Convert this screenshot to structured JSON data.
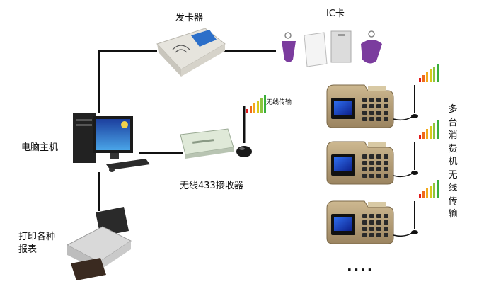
{
  "labels": {
    "card_issuer": "发卡器",
    "ic_card": "IC卡",
    "computer": "电脑主机",
    "wireless_transmission": "无线传输",
    "receiver": "无线433接收器",
    "printer": "打印各种报表",
    "terminals": "多台消费机无线传输",
    "more": "...."
  },
  "colors": {
    "signal_bars": [
      "#e21b1b",
      "#f06a1a",
      "#f2a91b",
      "#d6c91c",
      "#8cc63e",
      "#3aae3a"
    ],
    "terminal_body": "#b29c72",
    "screen": "#1a3bbf",
    "card_purple": "#7b3c9e"
  }
}
